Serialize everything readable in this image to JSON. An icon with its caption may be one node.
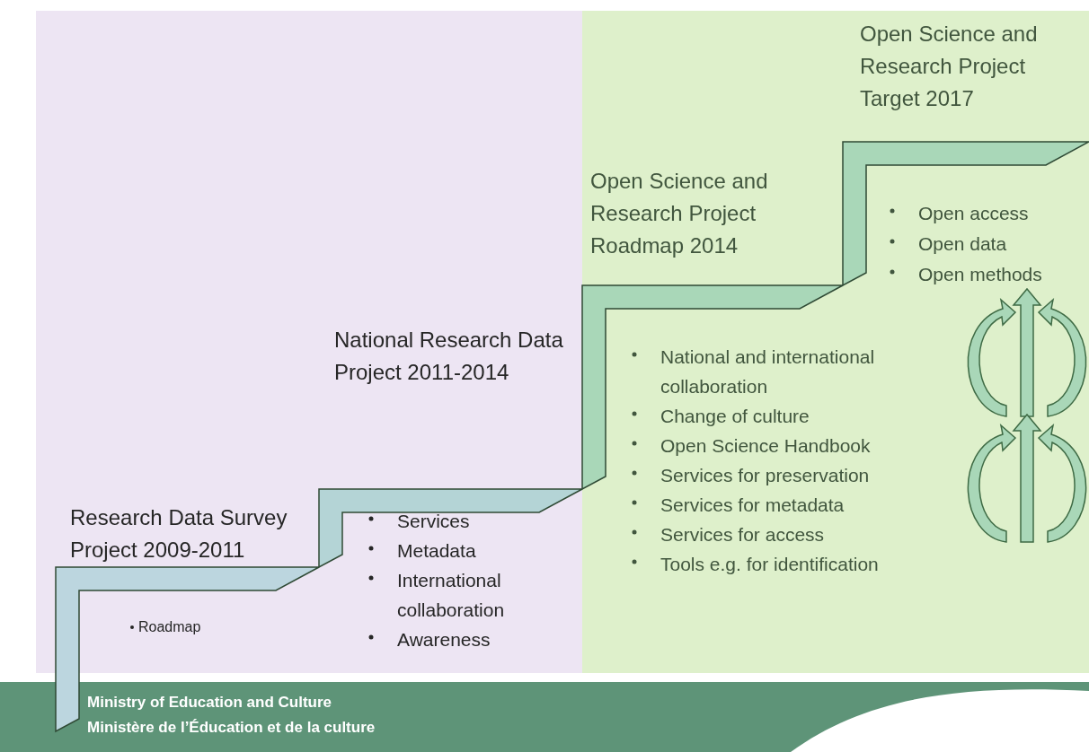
{
  "diagram": {
    "labels": [
      "Open Science and Research Project Target 2017",
      "Open Science and Research Project Roadmap 2014",
      "Open access",
      "Open data",
      "Open methods",
      "National Research Data Project 2011-2014",
      "National and international collaboration",
      "Change of culture",
      "Open Science Handbook",
      "Services for preservation",
      "Services for metadata",
      "Services for access",
      "Tools e.g. for identification",
      "Research Data Survey Project 2009-2011",
      "Services",
      "Metadata",
      "International collaboration",
      "Awareness",
      "Roadmap",
      "Ministry of Education and Culture",
      "Ministère de l’Éducation et de la culture"
    ]
  }
}
